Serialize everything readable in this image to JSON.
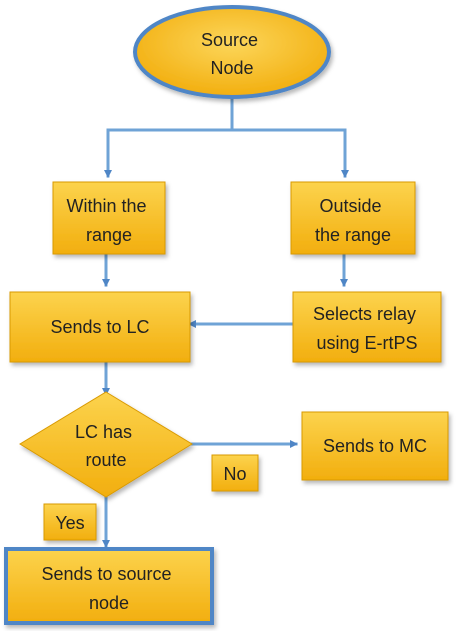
{
  "diagram": {
    "colors": {
      "box_fill": "#F5B91A",
      "box_edge": "#D99A06",
      "connector": "#8EB8DF",
      "connector_edge": "#4F86C6",
      "ellipse_border": "#4F86C6",
      "source_border": "#4F86C6"
    },
    "nodes": {
      "source": [
        "Source",
        "Node"
      ],
      "within": [
        "Within the",
        "range"
      ],
      "outside": [
        "Outside",
        "the range"
      ],
      "sends_lc": [
        "Sends to LC"
      ],
      "relay": [
        "Selects relay",
        "using E-rtPS"
      ],
      "decision": [
        "LC has",
        "route"
      ],
      "sends_mc": [
        "Sends to MC"
      ],
      "sends_source": [
        "Sends to source",
        "node"
      ]
    },
    "branch_labels": {
      "no": "No",
      "yes": "Yes"
    }
  }
}
